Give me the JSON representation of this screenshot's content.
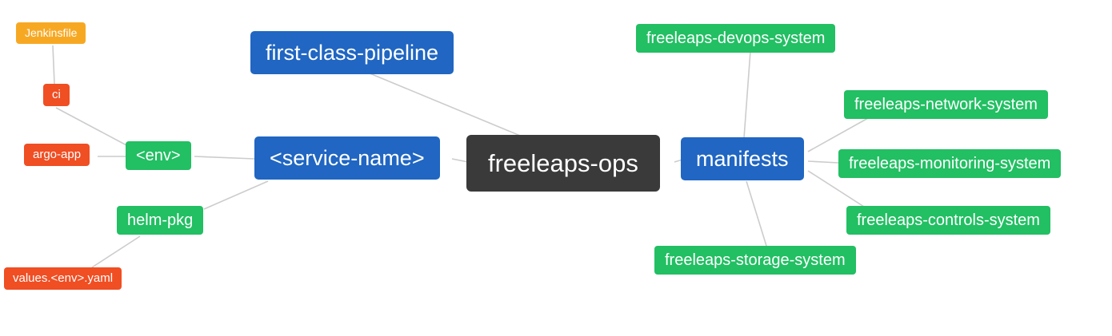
{
  "diagram": {
    "type": "mindmap",
    "colors": {
      "root_bg": "#3a3a3a",
      "primary_bg": "#2066c2",
      "secondary_bg": "#22bf63",
      "leaf_bg": "#f04e23",
      "jenkinsfile_bg": "#f7a823",
      "text": "#ffffff",
      "link": "#cccccc"
    },
    "nodes": {
      "root": {
        "label": "freeleaps-ops"
      },
      "first_class_pipeline": {
        "label": "first-class-pipeline"
      },
      "service_name": {
        "label": "<service-name>"
      },
      "env": {
        "label": "<env>"
      },
      "ci": {
        "label": "ci"
      },
      "jenkinsfile": {
        "label": "Jenkinsfile"
      },
      "argo_app": {
        "label": "argo-app"
      },
      "helm_pkg": {
        "label": "helm-pkg"
      },
      "values_env_yaml": {
        "label": "values.<env>.yaml"
      },
      "manifests": {
        "label": "manifests"
      },
      "devops_system": {
        "label": "freeleaps-devops-system"
      },
      "network_system": {
        "label": "freeleaps-network-system"
      },
      "monitoring_system": {
        "label": "freeleaps-monitoring-system"
      },
      "controls_system": {
        "label": "freeleaps-controls-system"
      },
      "storage_system": {
        "label": "freeleaps-storage-system"
      }
    },
    "edges": [
      {
        "from": "root",
        "to": "first_class_pipeline"
      },
      {
        "from": "root",
        "to": "service_name"
      },
      {
        "from": "root",
        "to": "manifests"
      },
      {
        "from": "service_name",
        "to": "env"
      },
      {
        "from": "service_name",
        "to": "helm_pkg"
      },
      {
        "from": "env",
        "to": "ci"
      },
      {
        "from": "env",
        "to": "argo_app"
      },
      {
        "from": "ci",
        "to": "jenkinsfile"
      },
      {
        "from": "helm_pkg",
        "to": "values_env_yaml"
      },
      {
        "from": "manifests",
        "to": "devops_system"
      },
      {
        "from": "manifests",
        "to": "network_system"
      },
      {
        "from": "manifests",
        "to": "monitoring_system"
      },
      {
        "from": "manifests",
        "to": "controls_system"
      },
      {
        "from": "manifests",
        "to": "storage_system"
      }
    ]
  }
}
